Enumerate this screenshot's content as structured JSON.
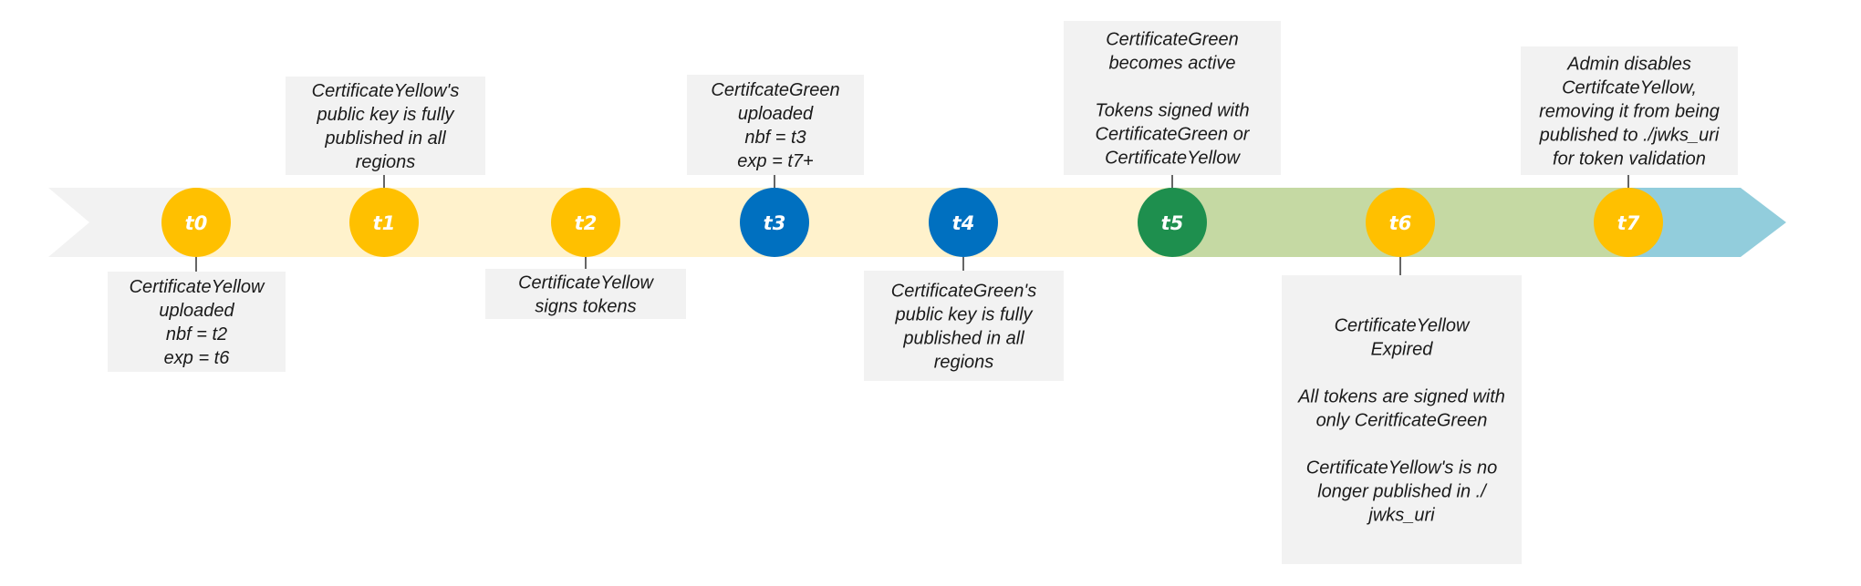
{
  "colors": {
    "yellow": "#FFC000",
    "blue": "#0070C0",
    "green": "#1E8F4E",
    "band_light_yellow": "#FFF2CC",
    "band_green": "#C5D9A3",
    "band_blue": "#92CDDC",
    "band_gray": "#F2F2F2",
    "box": "#F2F2F2",
    "connector": "#333333"
  },
  "milestones": [
    {
      "id": "t0",
      "label": "t0",
      "color": "yellow",
      "note_side": "below",
      "note": [
        "CertificateYellow",
        "uploaded",
        "nbf = t2",
        "exp = t6"
      ]
    },
    {
      "id": "t1",
      "label": "t1",
      "color": "yellow",
      "note_side": "above",
      "note": [
        "CertificateYellow's",
        "public key is fully",
        "published in all",
        "regions"
      ]
    },
    {
      "id": "t2",
      "label": "t2",
      "color": "yellow",
      "note_side": "below",
      "note": [
        "CertificateYellow",
        "signs tokens"
      ]
    },
    {
      "id": "t3",
      "label": "t3",
      "color": "blue",
      "note_side": "above",
      "note": [
        "CertifcateGreen",
        "uploaded",
        "nbf = t3",
        "exp = t7+"
      ]
    },
    {
      "id": "t4",
      "label": "t4",
      "color": "blue",
      "note_side": "below",
      "note": [
        "CertificateGreen's",
        "public key is fully",
        "published in all",
        "regions"
      ]
    },
    {
      "id": "t5",
      "label": "t5",
      "color": "green",
      "note_side": "above",
      "note": [
        "CertificateGreen",
        "becomes active",
        "",
        "Tokens signed with",
        "CertificateGreen or",
        "CertificateYellow"
      ]
    },
    {
      "id": "t6",
      "label": "t6",
      "color": "yellow",
      "note_side": "below",
      "note": [
        "CertificateYellow",
        "Expired",
        "",
        "All tokens are signed with",
        "only CeritficateGreen",
        "",
        "CertificateYellow's is no",
        "longer published in ./",
        "jwks_uri"
      ]
    },
    {
      "id": "t7",
      "label": "t7",
      "color": "yellow",
      "note_side": "above",
      "note": [
        "Admin disables",
        "CertifcateYellow,",
        "removing it from being",
        "published to ./jwks_uri",
        "for token validation"
      ]
    }
  ]
}
